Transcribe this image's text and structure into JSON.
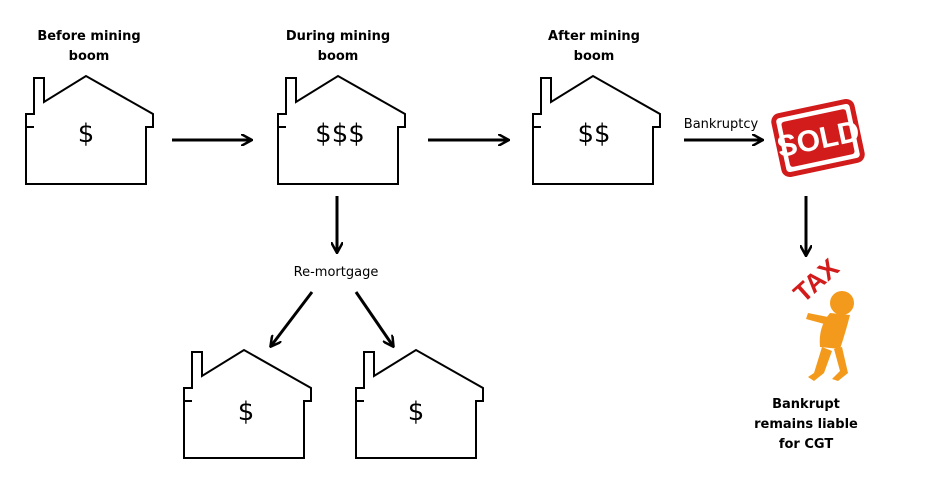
{
  "labels": {
    "before_line1": "Before mining",
    "before_line2": "boom",
    "during_line1": "During mining",
    "during_line2": "boom",
    "after_line1": "After mining",
    "after_line2": "boom",
    "bankruptcy": "Bankruptcy",
    "remortgage": "Re-mortgage",
    "bankrupt_line1": "Bankrupt",
    "bankrupt_line2": "remains liable",
    "bankrupt_line3": "for CGT"
  },
  "houses": {
    "before": "$",
    "during": "$$$",
    "after": "$$",
    "split_left": "$",
    "split_right": "$"
  },
  "stamp": {
    "text": "SOLD"
  },
  "tax_figure": {
    "text": "TAX"
  },
  "colors": {
    "stroke": "#000000",
    "stamp_red": "#d21b1b",
    "figure_orange": "#f39a1c"
  },
  "icons": {
    "sold_stamp": "sold-stamp-icon",
    "tax_burden": "person-carrying-tax-icon"
  }
}
